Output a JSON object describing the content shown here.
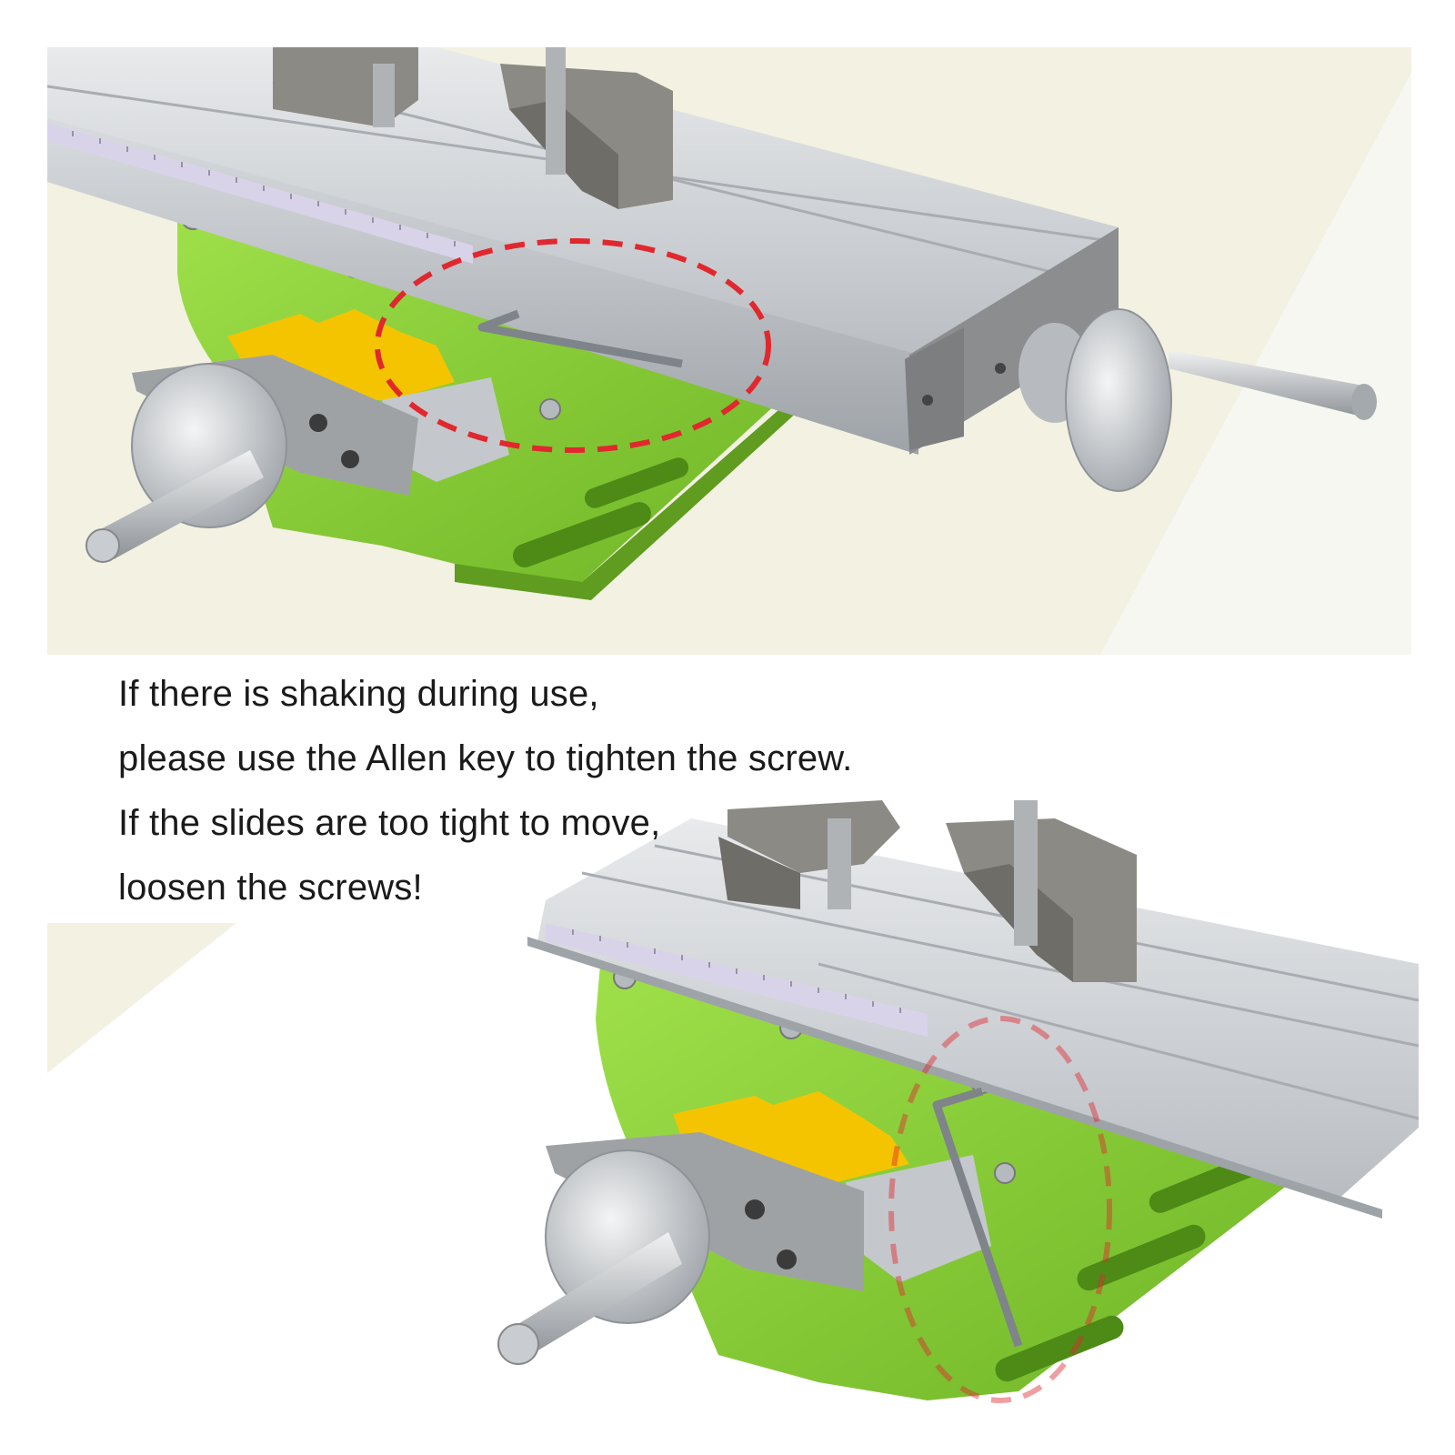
{
  "caption": {
    "line1": "If there is shaking during use,",
    "line2": "please use the Allen key to tighten the screw.",
    "line3": "If the slides are too tight to move,",
    "line4": "loosen the screws!"
  },
  "photos": [
    {
      "subject": "compound cross slide table with Allen key inserted, screw area circled in red"
    },
    {
      "subject": "compound cross slide table with Allen key inserted from front, screw area circled in red"
    }
  ],
  "colors": {
    "base_green": "#8fd13a",
    "rail_silver": "#c9ccd0",
    "clamp_gray": "#8c8a84",
    "gib_yellow": "#f5c400",
    "highlight_red": "#e0282e",
    "paper_cream": "#f3f1e2"
  }
}
